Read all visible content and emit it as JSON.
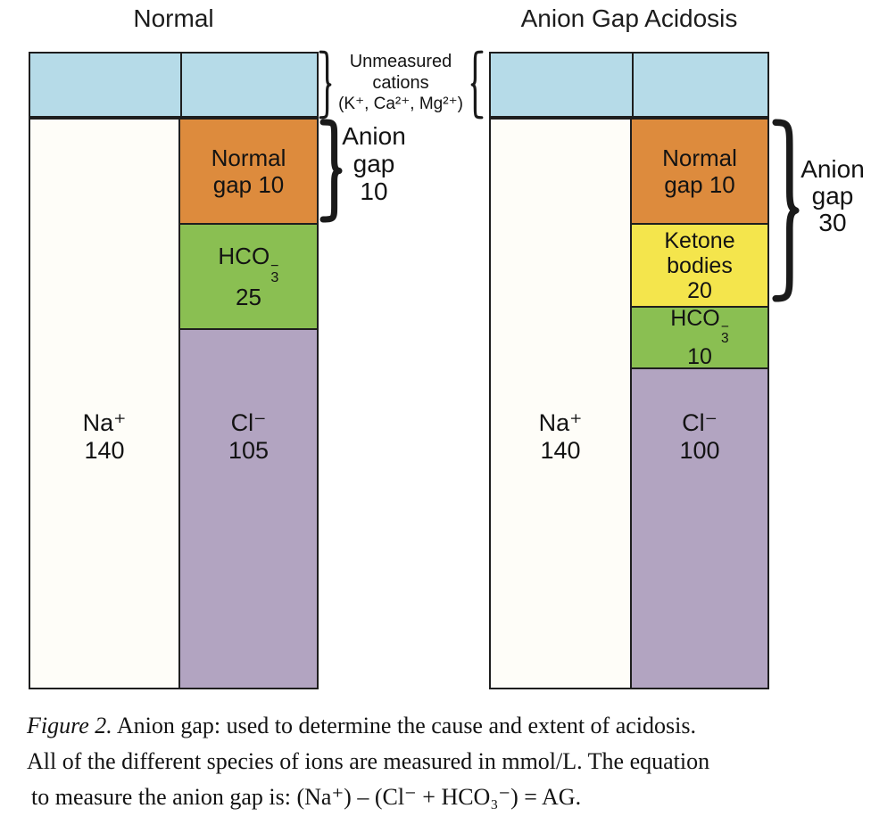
{
  "chart_data": {
    "type": "bar",
    "subtype": "stacked-schematic",
    "unit": "mmol/L",
    "panels": [
      {
        "title": "Normal",
        "columns": [
          {
            "name": "cations",
            "segments": [
              {
                "label": "Unmeasured cations (K⁺, Ca²⁺, Mg²⁺)",
                "value": null,
                "color": "#b6dbe8"
              },
              {
                "label": "Na⁺",
                "value": 140,
                "color": "#fefdf8"
              }
            ]
          },
          {
            "name": "anions",
            "segments": [
              {
                "label": "Unmeasured cations",
                "value": null,
                "color": "#b6dbe8"
              },
              {
                "label": "Normal gap",
                "value": 10,
                "color": "#dd8b3d"
              },
              {
                "label": "HCO₃⁻",
                "value": 25,
                "color": "#8abf52"
              },
              {
                "label": "Cl⁻",
                "value": 105,
                "color": "#b2a4c1"
              }
            ]
          }
        ],
        "annotation": "Anion gap 10"
      },
      {
        "title": "Anion Gap Acidosis",
        "columns": [
          {
            "name": "cations",
            "segments": [
              {
                "label": "Unmeasured cations (K⁺, Ca²⁺, Mg²⁺)",
                "value": null,
                "color": "#b6dbe8"
              },
              {
                "label": "Na⁺",
                "value": 140,
                "color": "#fefdf8"
              }
            ]
          },
          {
            "name": "anions",
            "segments": [
              {
                "label": "Unmeasured cations",
                "value": null,
                "color": "#b6dbe8"
              },
              {
                "label": "Normal gap",
                "value": 10,
                "color": "#dd8b3d"
              },
              {
                "label": "Ketone bodies",
                "value": 20,
                "color": "#f4e54c"
              },
              {
                "label": "HCO₃⁻",
                "value": 10,
                "color": "#8abf52"
              },
              {
                "label": "Cl⁻",
                "value": 100,
                "color": "#b2a4c1"
              }
            ]
          }
        ],
        "annotation": "Anion gap 30"
      }
    ]
  },
  "left": {
    "title": "Normal",
    "na": {
      "ion": "Na⁺",
      "value": "140"
    },
    "orange": {
      "line1": "Normal",
      "line2": "gap 10"
    },
    "green": {
      "prefix": "HCO",
      "sup": "−",
      "sub": "3",
      "value": "25"
    },
    "purple": {
      "ion": "Cl⁻",
      "value": "105"
    },
    "gap_note": {
      "line1": "Anion",
      "line2": "gap",
      "line3": "10"
    }
  },
  "right": {
    "title": "Anion Gap Acidosis",
    "na": {
      "ion": "Na⁺",
      "value": "140"
    },
    "orange": {
      "line1": "Normal",
      "line2": "gap 10"
    },
    "yellow": {
      "line1": "Ketone",
      "line2": "bodies",
      "line3": "20"
    },
    "green": {
      "prefix": "HCO",
      "sup": "−",
      "sub": "3",
      "value": "10"
    },
    "purple": {
      "ion": "Cl⁻",
      "value": "100"
    },
    "gap_note": {
      "line1": "Anion",
      "line2": "gap",
      "line3": "30"
    }
  },
  "unmeasured": {
    "line1": "Unmeasured",
    "line2": "cations",
    "line3": "(K⁺, Ca²⁺, Mg²⁺)"
  },
  "caption": {
    "figure_label": "Figure 2.",
    "line1_rest": " Anion gap: used to determine the cause and extent of acidosis.",
    "line2": "All of the different species of ions are measured in mmol/L. The equation",
    "line3": "to measure the anion gap is: (Na⁺) – (Cl⁻ + HCO₃⁻) = AG."
  },
  "colors": {
    "unmeasured_blue": "#b6dbe8",
    "normal_gap_orange": "#dd8b3d",
    "hco3_green": "#8abf52",
    "ketone_yellow": "#f4e54c",
    "cl_purple": "#b2a4c1",
    "na_white": "#fefdf8",
    "line": "#1e1e1e"
  }
}
